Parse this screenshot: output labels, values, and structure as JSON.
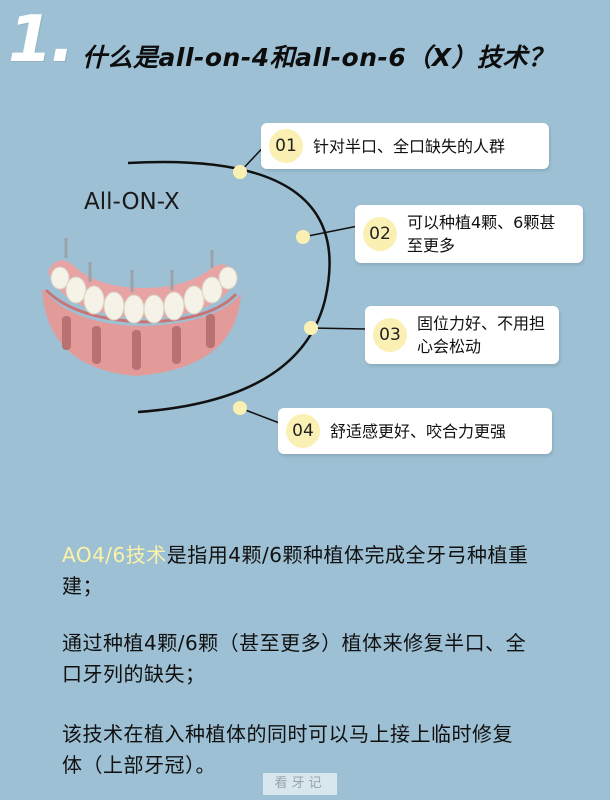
{
  "header": {
    "number": "1.",
    "title": "什么是all-on-4和all-on-6（X）技术？"
  },
  "figure": {
    "label": "All-ON-X"
  },
  "points": [
    {
      "num": "01",
      "text": "针对半口、全口缺失的人群"
    },
    {
      "num": "02",
      "text": "可以种植4颗、6颗甚至更多"
    },
    {
      "num": "03",
      "text": "固位力好、不用担心会松动"
    },
    {
      "num": "04",
      "text": "舒适感更好、咬合力更强"
    }
  ],
  "body": {
    "p1_highlight": "AO4/6技术",
    "p1_rest": "是指用4颗/6颗种植体完成全牙弓种植重建；",
    "p2": "通过种植4颗/6颗（甚至更多）植体来修复半口、全口牙列的缺失；",
    "p3": "该技术在植入种植体的同时可以马上接上临时修复体（上部牙冠）。"
  },
  "watermark": "看牙记",
  "colors": {
    "background": "#9dc0d4",
    "badge": "#faf0b4",
    "highlight": "#fbf3a6"
  }
}
